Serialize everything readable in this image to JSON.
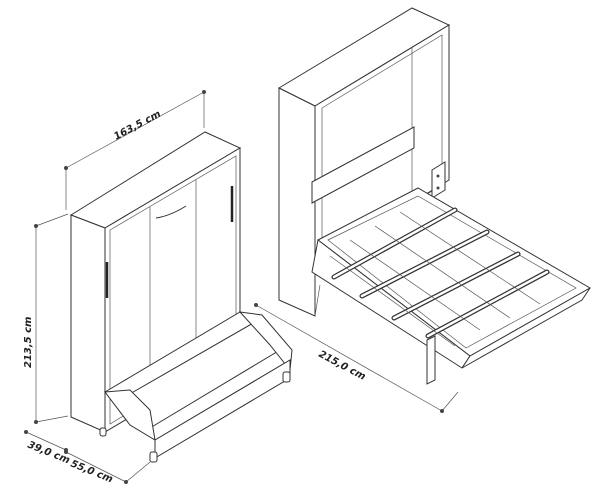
{
  "dimensions": {
    "width": "163,5 cm",
    "height": "213,5 cm",
    "depth_closed": "39,0 cm",
    "sofa_depth": "55,0 cm",
    "open_length": "215,0 cm"
  }
}
